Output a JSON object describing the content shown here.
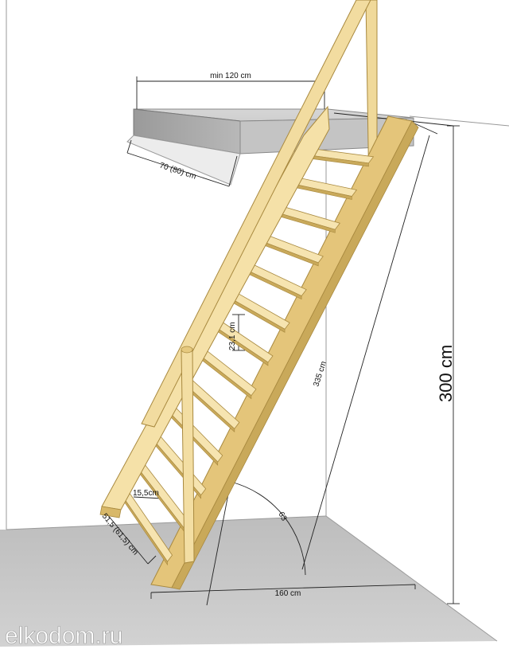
{
  "diagram": {
    "labels": {
      "opening_length": "min 120 cm",
      "opening_width": "70 (80) cm",
      "riser_height": "23,1 cm",
      "stringer_length": "335 cm",
      "total_height": "300 cm",
      "angle": "63",
      "tread_depth": "15,5cm",
      "stair_width": "51,5 (61,5) cm",
      "footprint_length": "160 cm"
    },
    "watermark": "elkodom.ru",
    "colors": {
      "wood_light": "#f6e4b0",
      "wood_mid": "#ead08a",
      "wood_dark": "#c9a95a",
      "wood_edge": "#a8893f",
      "floor": "#c8c8c8",
      "wall": "#ffffff"
    }
  }
}
